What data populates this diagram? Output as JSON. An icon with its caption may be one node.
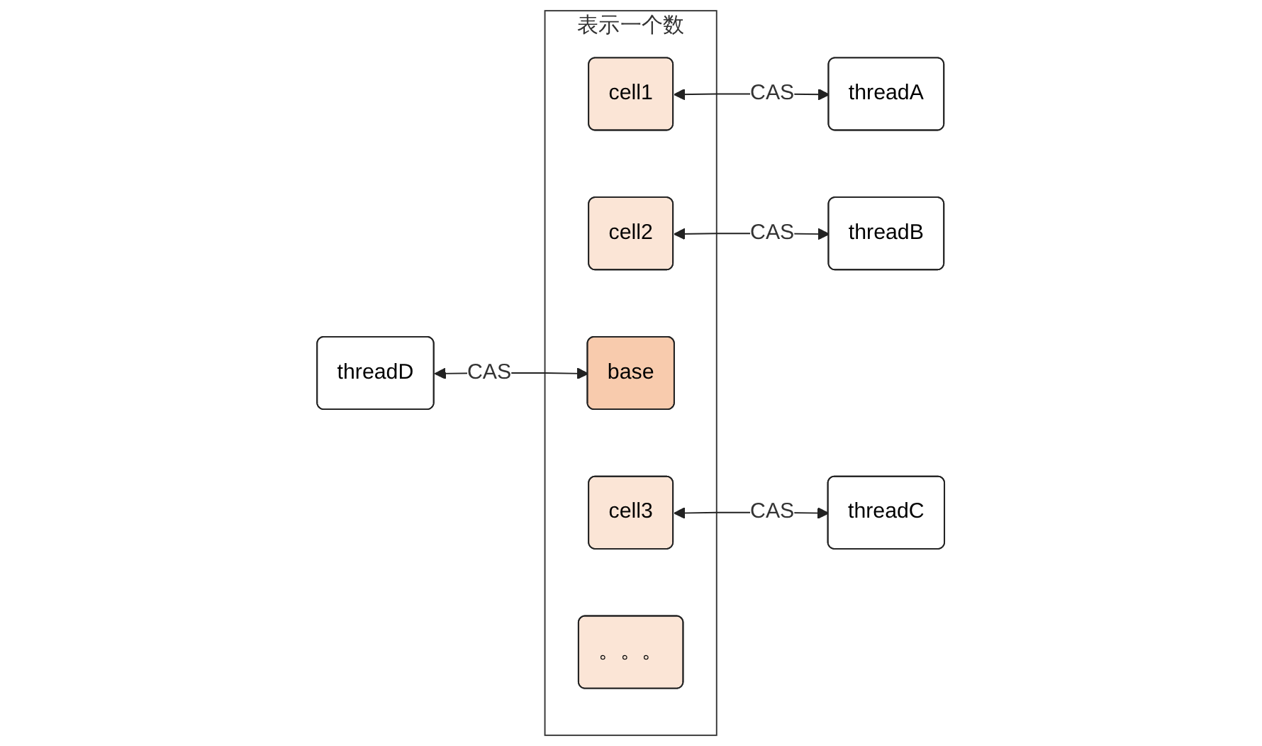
{
  "diagram": {
    "nodes": [
      {
        "text": [
          "表示一个数"
        ]
      },
      {
        "text": [
          "cell1"
        ],
        "in": 0
      },
      {
        "text": [
          "cell2"
        ],
        "in": 0
      },
      {
        "text": [
          "base"
        ],
        "in": 0
      },
      {
        "text": [
          "cell3"
        ],
        "in": 0
      },
      {
        "text": [
          "。。。"
        ],
        "in": 0
      },
      {
        "text": [
          "threadA"
        ]
      },
      {
        "text": [
          "threadB"
        ]
      },
      {
        "text": [
          "threadC"
        ]
      },
      {
        "text": [
          "threadD"
        ]
      }
    ],
    "edges": [
      {
        "from": 1,
        "to": 6,
        "arrow": "both",
        "label": "CAS"
      },
      {
        "from": 2,
        "to": 7,
        "arrow": "both",
        "label": "CAS"
      },
      {
        "from": 4,
        "to": 8,
        "arrow": "both",
        "label": "CAS"
      },
      {
        "from": 9,
        "to": 3,
        "arrow": "both",
        "label": "CAS"
      }
    ]
  }
}
